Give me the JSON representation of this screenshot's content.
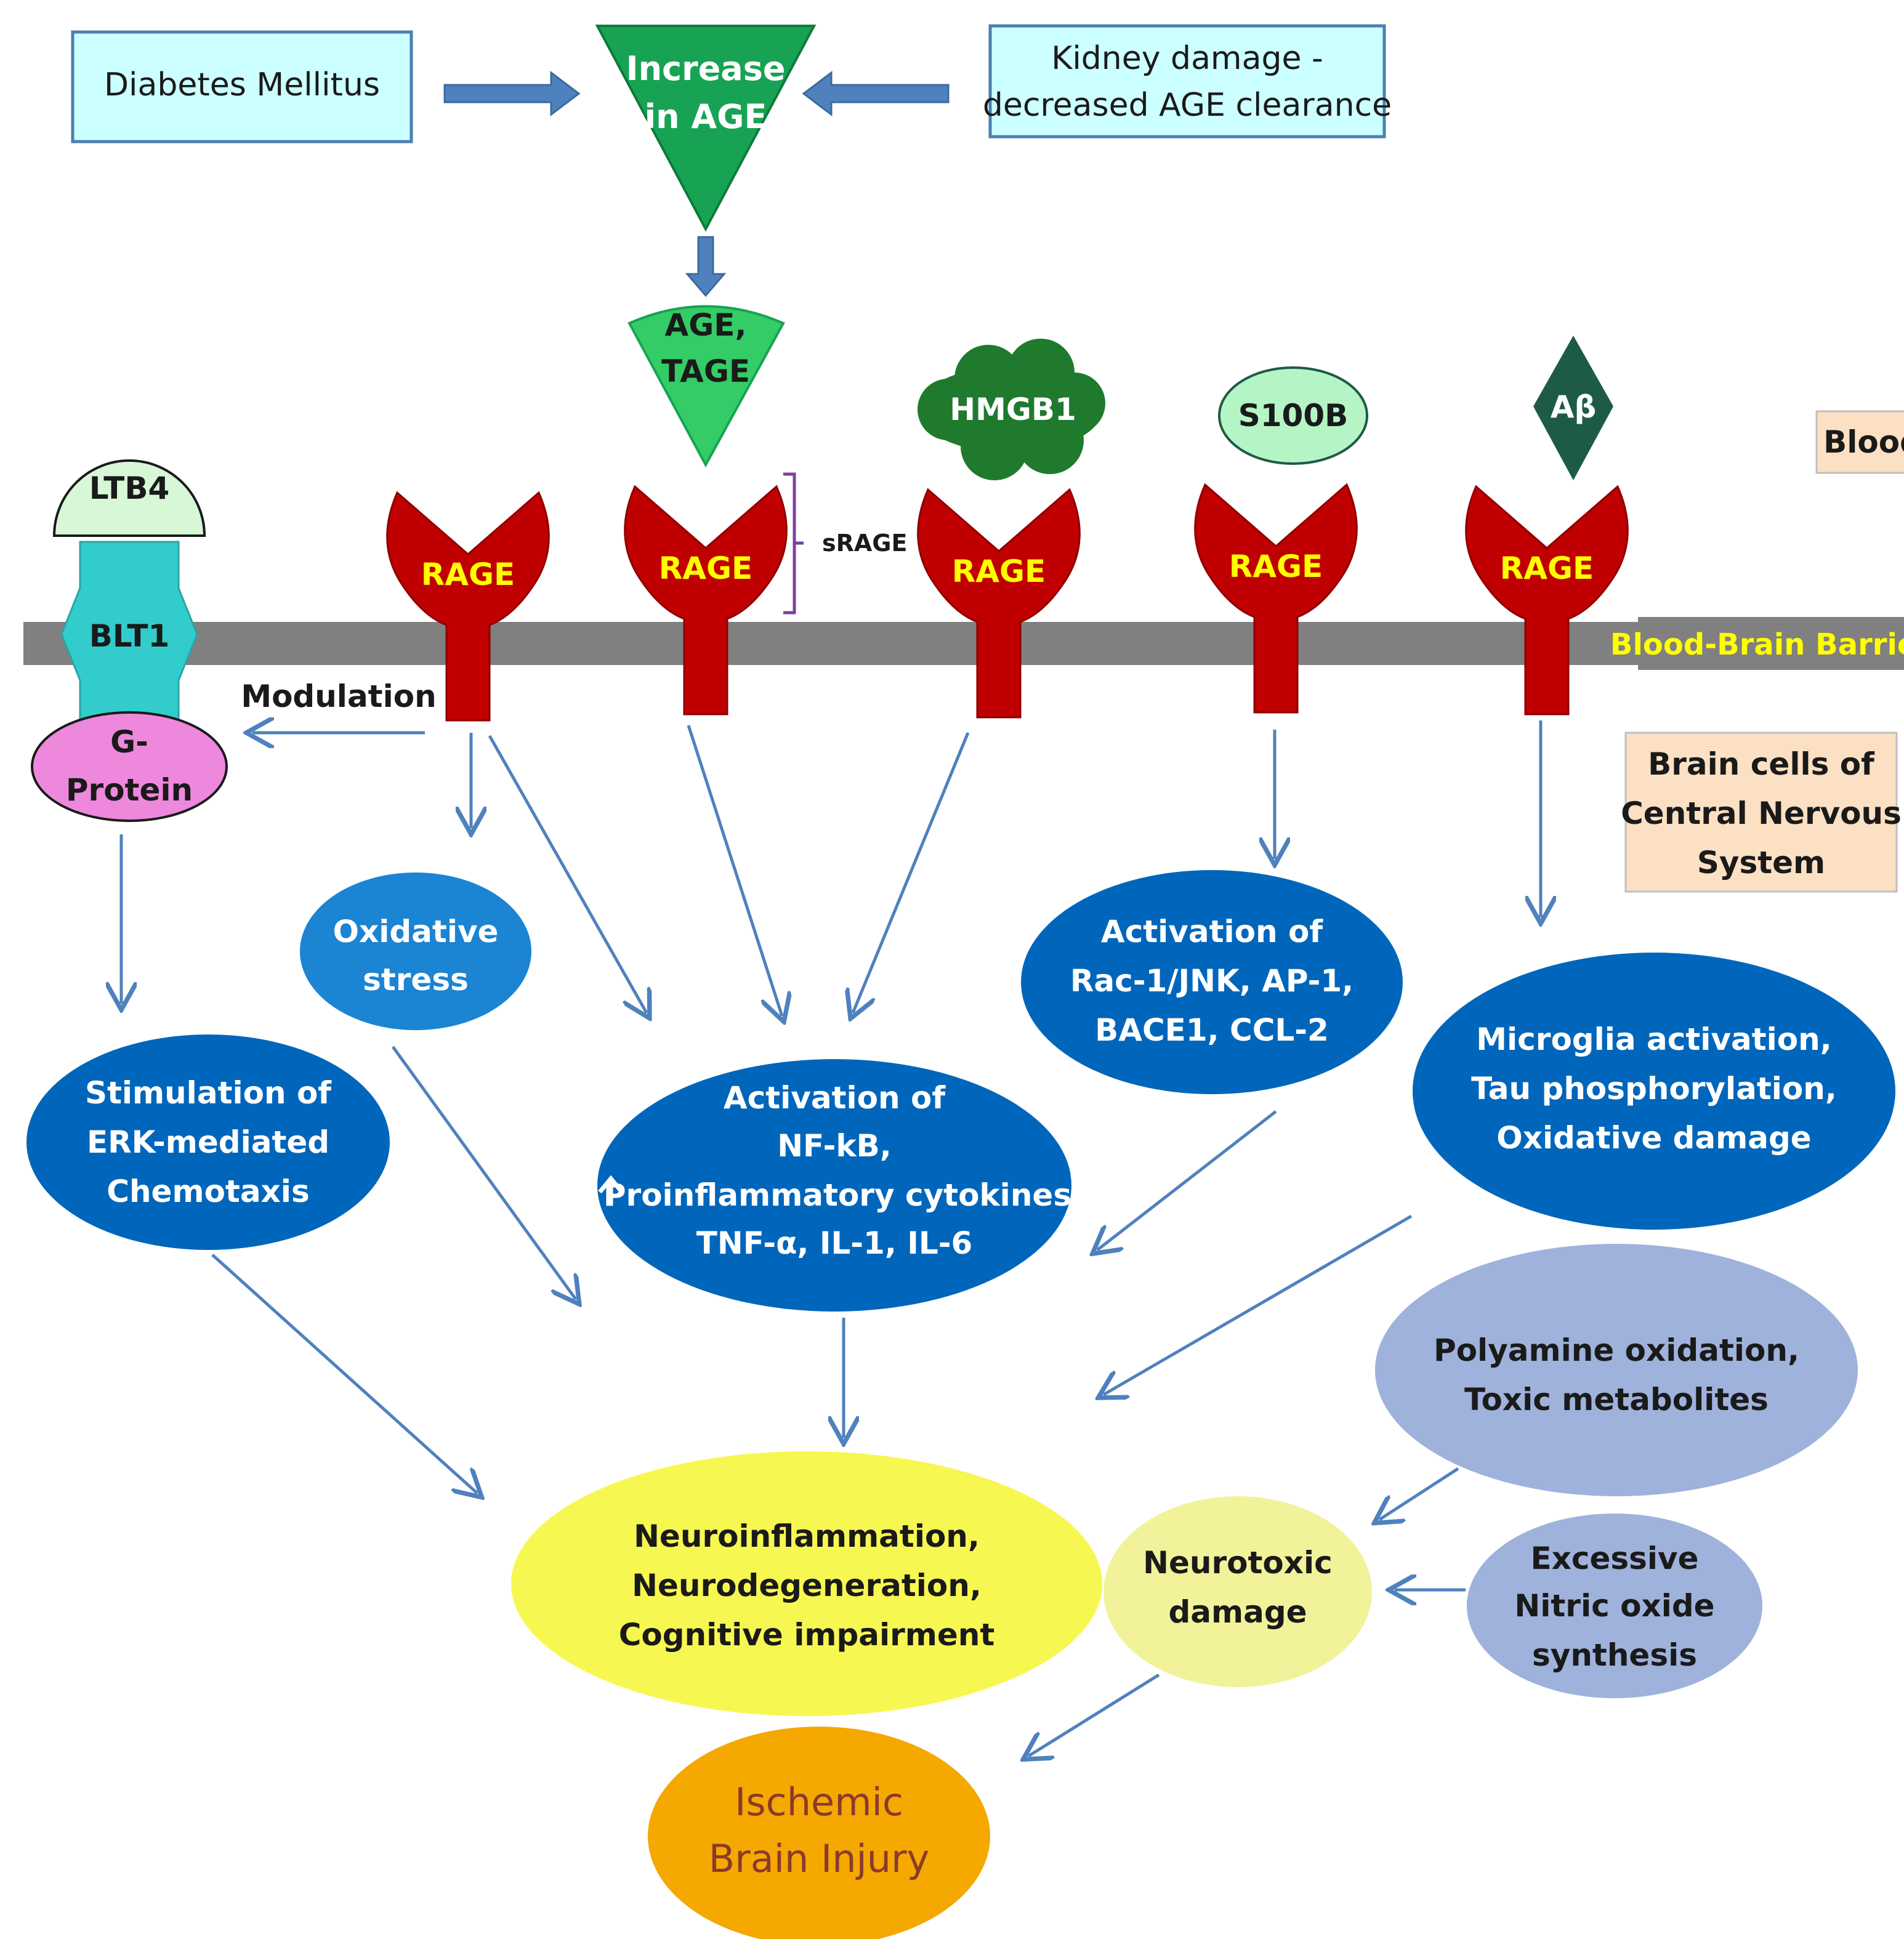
{
  "colors": {
    "cyan_box": "#CCFFFF",
    "box_border": "#4A7FB0",
    "age_green": "#17A353",
    "age_green_light": "#33CC66",
    "hmgb1_green": "#1F7A2E",
    "s100b_green": "#B5F5C5",
    "abeta_green": "#1D5B45",
    "rage_red": "#C00000",
    "rage_label": "#FFFF00",
    "membrane_gray": "#808080",
    "bbb_label": "#FFFF00",
    "blood_box": "#FBE0C4",
    "ltb4_fill": "#D7F7D7",
    "blt1_fill": "#33CCCC",
    "gprotein_fill": "#EE88DD",
    "oxidative_fill": "#1B84D3",
    "dark_blue": "#0066BB",
    "lavender": "#9FB2DC",
    "neuro_yellow": "#F7F751",
    "neurotoxic_yellow": "#F2F29A",
    "ischemic_orange": "#F5A800",
    "ischemic_text": "#8B3A2C",
    "arrow_blue": "#4F81BD",
    "srage_bracket": "#7B3FA0"
  },
  "sources": {
    "diabetes": "Diabetes Mellitus",
    "kidney_line1": "Kidney damage -",
    "kidney_line2": "decreased AGE clearance",
    "increase_line1": "Increase",
    "increase_line2": "in AGE"
  },
  "ligands": {
    "age_line1": "AGE,",
    "age_line2": "TAGE",
    "hmgb1": "HMGB1",
    "s100b": "S100B",
    "abeta": "Aβ",
    "ltb4": "LTB4"
  },
  "receptors": {
    "rage_label": "RAGE",
    "blt1": "BLT1",
    "srage": "sRAGE",
    "gprotein_line1": "G-",
    "gprotein_line2": "Protein"
  },
  "membrane": {
    "bbb": "Blood-Brain Barrier",
    "blood": "Blood",
    "brain_line1": "Brain cells of",
    "brain_line2": "Central Nervous",
    "brain_line3": "System"
  },
  "labels": {
    "modulation": "Modulation"
  },
  "effects": {
    "oxidative_line1": "Oxidative",
    "oxidative_line2": "stress",
    "erk_line1": "Stimulation of",
    "erk_line2": "ERK-mediated",
    "erk_line3": "Chemotaxis",
    "nfkb_line1": "Activation of",
    "nfkb_line2": "NF-kB,",
    "nfkb_line3": "Proinflammatory cytokines",
    "nfkb_line4": "TNF-α, IL-1, IL-6",
    "rac_line1": "Activation of",
    "rac_line2": "Rac-1/JNK, AP-1,",
    "rac_line3": "BACE1, CCL-2",
    "microglia_line1": "Microglia activation,",
    "microglia_line2": "Tau phosphorylation,",
    "microglia_line3": "Oxidative damage",
    "polyamine_line1": "Polyamine oxidation,",
    "polyamine_line2": "Toxic metabolites",
    "nitric_line1": "Excessive",
    "nitric_line2": "Nitric oxide",
    "nitric_line3": "synthesis",
    "neuroinfl_line1": "Neuroinflammation,",
    "neuroinfl_line2": "Neurodegeneration,",
    "neuroinfl_line3": "Cognitive impairment",
    "neurotoxic_line1": "Neurotoxic",
    "neurotoxic_line2": "damage",
    "ischemic_line1": "Ischemic",
    "ischemic_line2": "Brain Injury"
  }
}
